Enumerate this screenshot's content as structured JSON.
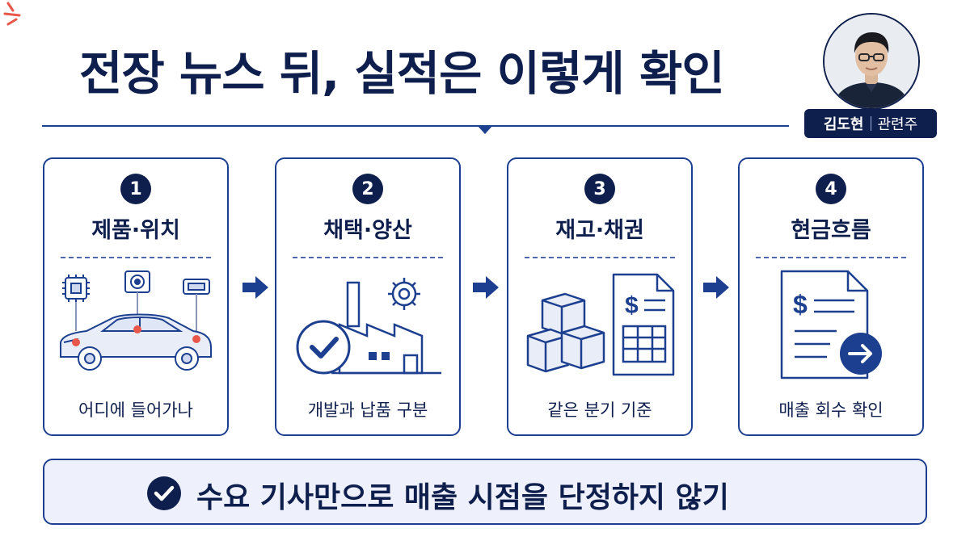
{
  "header": {
    "title": "전장 뉴스 뒤, 실적은 이렇게 확인",
    "author_name": "김도현",
    "author_tag": "관련주"
  },
  "steps": [
    {
      "number": "1",
      "title": "제품·위치",
      "caption": "어디에 들어가나",
      "icon": "car-with-components-icon"
    },
    {
      "number": "2",
      "title": "채택·양산",
      "caption": "개발과 납품 구분",
      "icon": "factory-check-icon"
    },
    {
      "number": "3",
      "title": "재고·채권",
      "caption": "같은 분기 기준",
      "icon": "boxes-invoice-icon"
    },
    {
      "number": "4",
      "title": "현금흐름",
      "caption": "매출 회수 확인",
      "icon": "document-arrow-icon"
    }
  ],
  "banner": {
    "text": "수요 기사만으로 매출 시점을 단정하지 않기",
    "icon": "check-circle-icon"
  },
  "colors": {
    "navy": "#0f1f4d",
    "accent": "#1c3f8f",
    "light": "#eef1fb",
    "alert": "#e8574a"
  }
}
